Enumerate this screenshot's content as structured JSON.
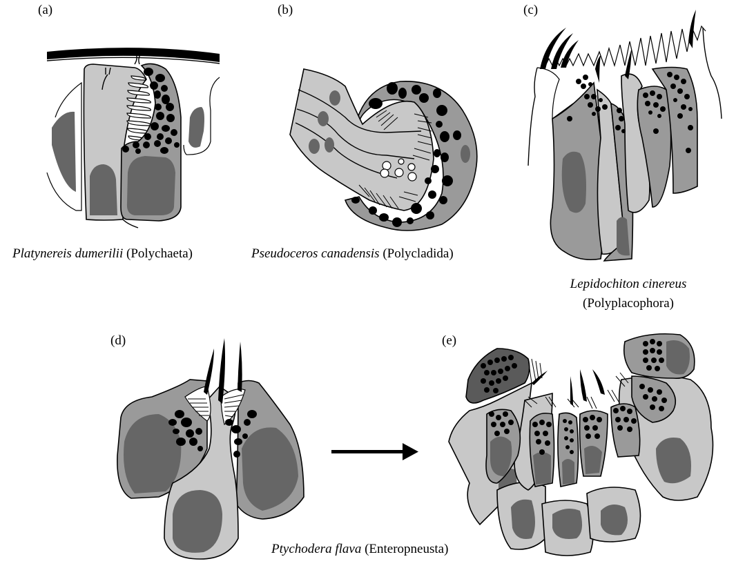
{
  "figure": {
    "colors": {
      "light_cell": "#c8c8c8",
      "mid_cell": "#9a9a9a",
      "nucleus": "#666666",
      "granule": "#000000",
      "background": "#ffffff"
    },
    "panels": [
      {
        "id": "a",
        "label": "(a)",
        "species": "Platynereis dumerilii",
        "group": "(Polychaeta)"
      },
      {
        "id": "b",
        "label": "(b)",
        "species": "Pseudoceros canadensis",
        "group": "(Polycladida)"
      },
      {
        "id": "c",
        "label": "(c)",
        "species": "Lepidochiton cinereus",
        "group": "(Polyplacophora)"
      },
      {
        "id": "d",
        "label": "(d)",
        "species": "",
        "group": ""
      },
      {
        "id": "e",
        "label": "(e)",
        "species": "",
        "group": ""
      }
    ],
    "shared_caption": {
      "species": "Ptychodera flava",
      "group": "(Enteropneusta)"
    },
    "arrow": {
      "from": "d",
      "to": "e",
      "icon": "right-arrow-icon"
    }
  }
}
